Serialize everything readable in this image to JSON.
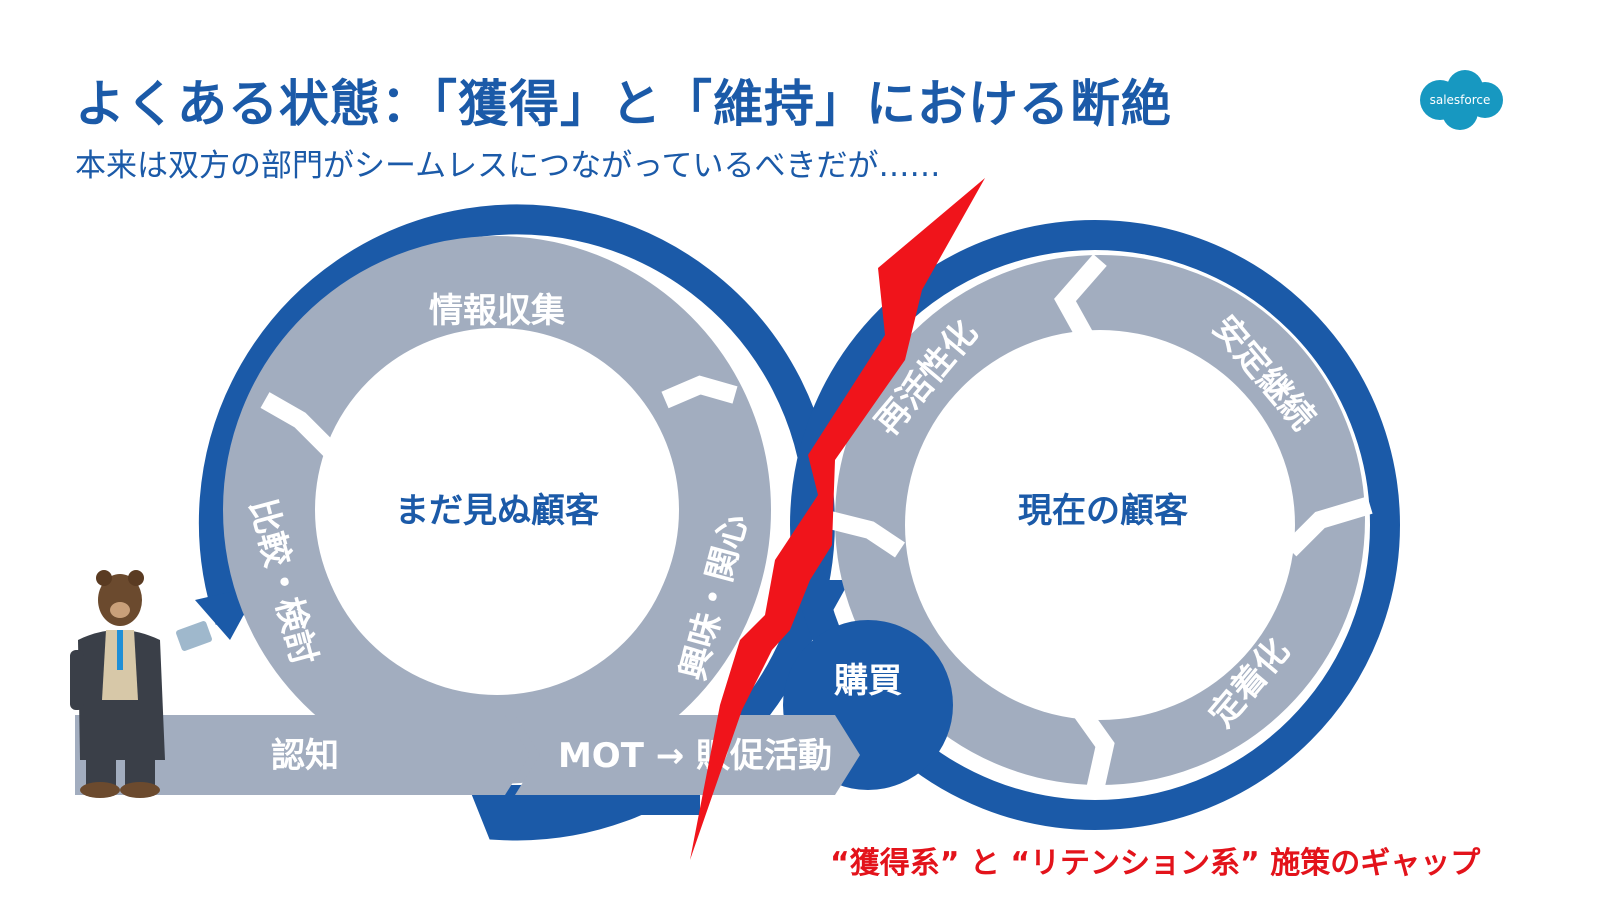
{
  "slide": {
    "title": "よくある状態：「獲得」と「維持」における断絶",
    "subtitle": "本来は双方の部門がシームレスにつながっているべきだが……",
    "logo_text": "salesforce",
    "gap_caption": "“獲得系” と “リテンション系” 施策のギャップ"
  },
  "left_cycle": {
    "center": "まだ見ぬ顧客",
    "stages": [
      "情報収集",
      "興味・関心",
      "比較・検討"
    ]
  },
  "right_cycle": {
    "center": "現在の顧客",
    "stages": [
      "再活性化",
      "安定継続",
      "定着化"
    ]
  },
  "funnel": {
    "steps": [
      "認知",
      "MOT → 販促活動"
    ],
    "purchase": "購買"
  },
  "colors": {
    "blue": "#1b5aa8",
    "gray": "#a2adbf",
    "red": "#f0141b"
  }
}
